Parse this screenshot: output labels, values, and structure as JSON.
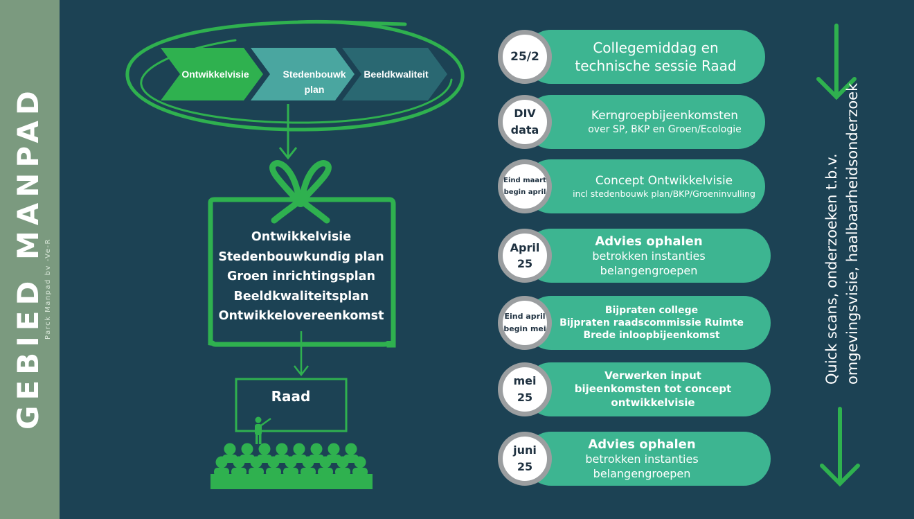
{
  "sidebar": {
    "title": "GEBIED MANPAD",
    "subtitle": "Parck Manpad bv -Ve-R"
  },
  "chevrons": [
    {
      "line1": "Ontwikkelvisie",
      "line2": ""
    },
    {
      "line1": "Stedenbouwk",
      "line2": "plan"
    },
    {
      "line1": "Beeldkwaliteit",
      "line2": ""
    }
  ],
  "gift": {
    "items": [
      "Ontwikkelvisie",
      "Stedenbouwkundig plan",
      "Groen inrichtingsplan",
      "Beeldkwaliteitsplan",
      "Ontwikkelovereenkomst"
    ]
  },
  "raad": {
    "label": "Raad"
  },
  "timeline": [
    {
      "date1": "25/2",
      "date2": "",
      "lines": [
        "Collegemiddag en",
        "technische sessie Raad"
      ]
    },
    {
      "date1": "DIV",
      "date2": "data",
      "lines": [
        "Kerngroepbijeenkomsten",
        "over SP, BKP en Groen/Ecologie"
      ]
    },
    {
      "date1": "Eind maart",
      "date2": "begin april",
      "lines": [
        "Concept Ontwikkelvisie",
        "incl stedenbouwk plan/BKP/Groeninvulling"
      ]
    },
    {
      "date1": "April",
      "date2": "25",
      "lines": [
        "Advies ophalen",
        "betrokken instanties",
        "belangengroepen"
      ]
    },
    {
      "date1": "Eind april",
      "date2": "begin mei",
      "lines": [
        "Bijpraten college",
        "Bijpraten raadscommissie Ruimte",
        "Brede inloopbijeenkomst"
      ]
    },
    {
      "date1": "mei",
      "date2": "25",
      "lines": [
        "Verwerken input",
        "bijeenkomsten tot concept",
        "ontwikkelvisie"
      ]
    },
    {
      "date1": "juni",
      "date2": "25",
      "lines": [
        "Advies ophalen",
        "betrokken instanties",
        "belangengroepen"
      ]
    }
  ],
  "right": {
    "line1": "Quick scans, onderzoeken t.b.v.",
    "line2": "omgevingsvisie, haalbaarheidsonderzoek"
  },
  "colors": {
    "background": "#1c4254",
    "sidebar": "#7b9a7f",
    "green": "#2fb14f",
    "teal_pill": "#3db591",
    "circle_border": "#9b9ea0"
  }
}
